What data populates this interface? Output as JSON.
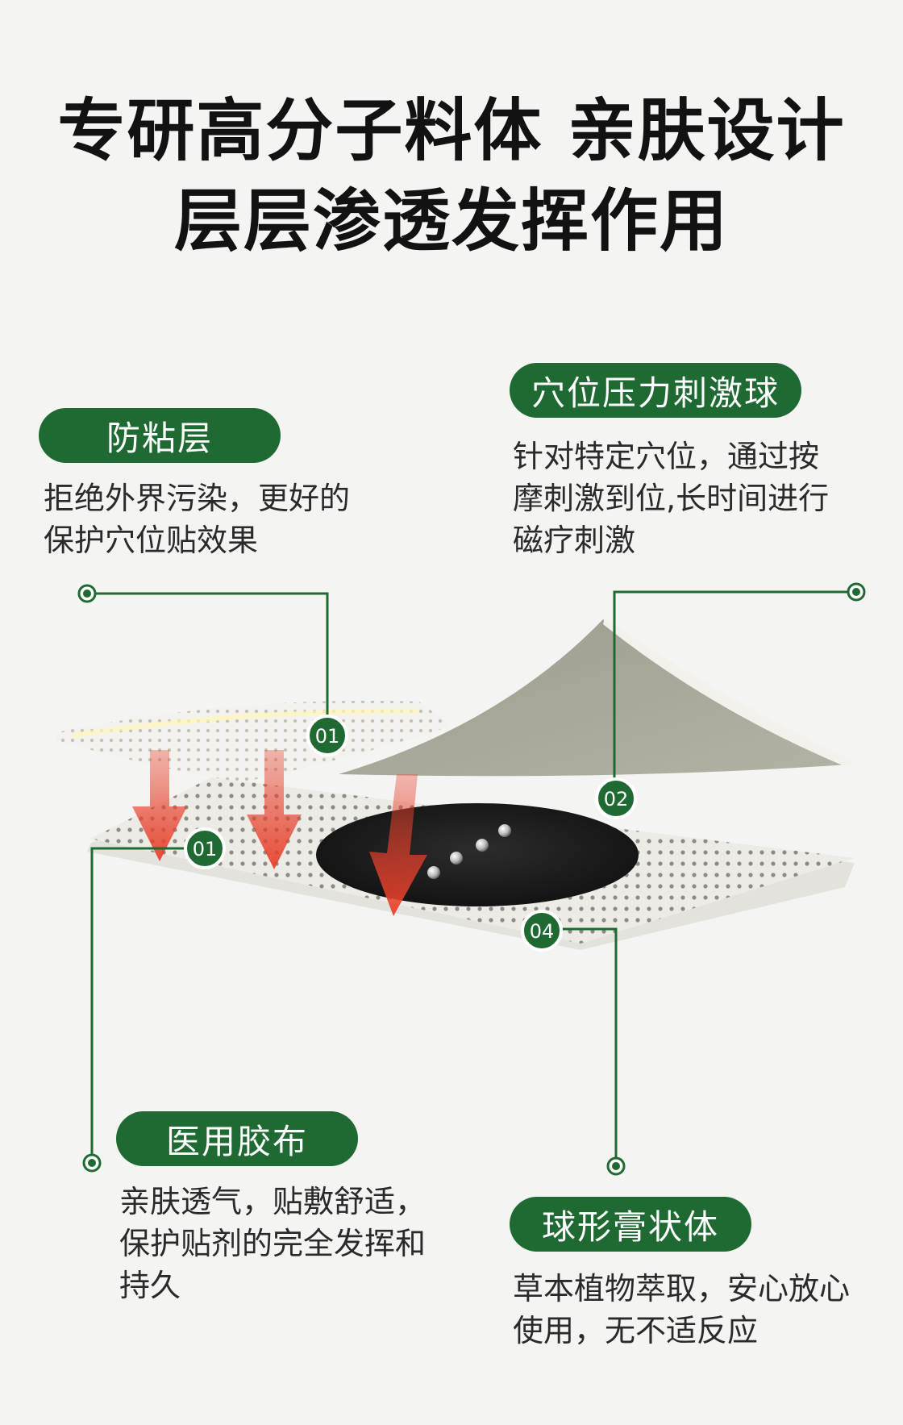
{
  "headline": {
    "line1": "专研高分子料体 亲肤设计",
    "line2": "层层渗透发挥作用"
  },
  "callouts": {
    "anti_stick": {
      "title": "防粘层",
      "desc": "拒绝外界污染，更好的\n保护穴位贴效果"
    },
    "pressure_ball": {
      "title": "穴位压力刺激球",
      "desc": "针对特定穴位，通过按\n摩刺激到位,长时间进行\n磁疗刺激"
    },
    "medical_tape": {
      "title": "医用胶布",
      "desc": "亲肤透气，贴敷舒适，\n保护贴剂的完全发挥和\n持久"
    },
    "ball_paste": {
      "title": "球形膏状体",
      "desc": "草本植物萃取，安心放心\n使用，无不适反应"
    }
  },
  "markers": {
    "m1_top": "01",
    "m1_bottom": "01",
    "m2": "02",
    "m4": "04"
  },
  "colors": {
    "accent_green": "#1f6a33",
    "arrow_red": "#e8412c",
    "film_gray": "#a7a597",
    "paste_black": "#1c1c1c"
  }
}
